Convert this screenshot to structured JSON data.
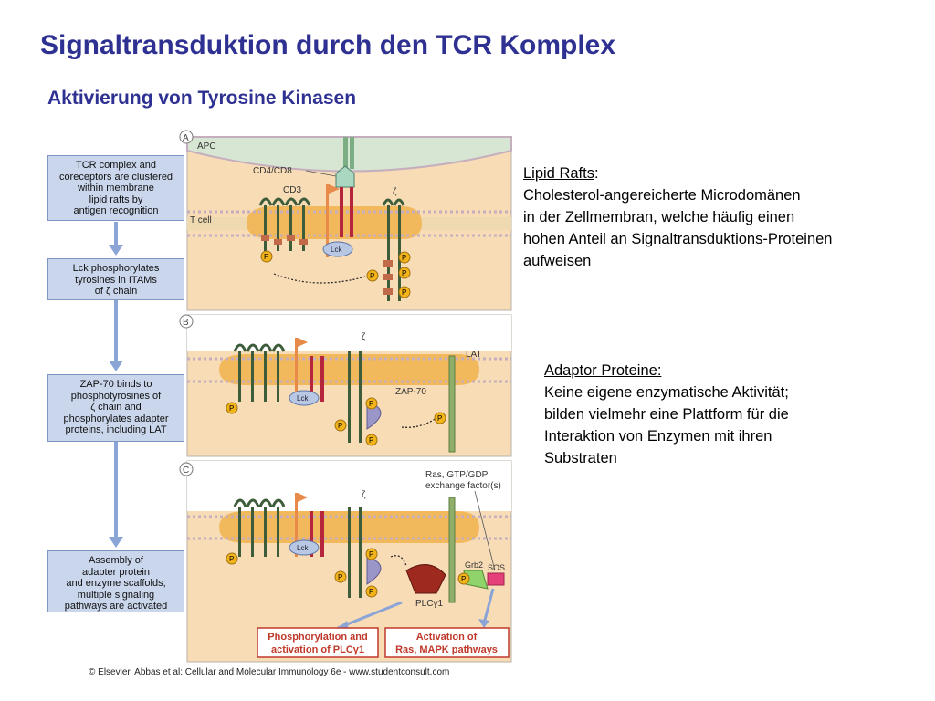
{
  "title": "Signaltransduktion durch den TCR Komplex",
  "subtitle": "Aktivierung von Tyrosine Kinasen",
  "notes": {
    "lipid_rafts": {
      "heading": "Lipid Rafts",
      "colon": ":",
      "lines": [
        "Cholesterol-angereicherte Microdomänen",
        "in der Zellmembran, welche häufig einen",
        "hohen Anteil an Signaltransduktions-Proteinen",
        "aufweisen"
      ]
    },
    "adaptor": {
      "heading": "Adaptor Proteine:",
      "lines": [
        "Keine eigene enzymatische Aktivität;",
        "bilden vielmehr eine Plattform für die",
        "Interaktion von Enzymen mit ihren",
        "Substraten"
      ]
    }
  },
  "steps": [
    [
      "TCR complex and",
      "coreceptors are clustered",
      "within membrane",
      "lipid rafts by",
      "antigen recognition"
    ],
    [
      "Lck phosphorylates",
      "tyrosines in ITAMs",
      "of ζ chain"
    ],
    [
      "ZAP-70 binds to",
      "phosphotyrosines of",
      "ζ chain and",
      "phosphorylates adapter",
      "proteins, including LAT"
    ],
    [
      "Assembly of",
      "adapter protein",
      "and enzyme scaffolds;",
      "multiple signaling",
      "pathways are activated"
    ]
  ],
  "panels": {
    "a": {
      "letter": "A",
      "apc": "APC",
      "cd4cd8": "CD4/CD8",
      "cd3": "CD3",
      "tcell": "T cell",
      "zeta": "ζ",
      "lck": "Lck",
      "p": "P"
    },
    "b": {
      "letter": "B",
      "lat": "LAT",
      "zap70": "ZAP-70",
      "zeta": "ζ",
      "lck": "Lck"
    },
    "c": {
      "letter": "C",
      "ras_line1": "Ras, GTP/GDP",
      "ras_line2": "exchange factor(s)",
      "zeta": "ζ",
      "lck": "Lck",
      "grb2": "Grb2",
      "sos": "SOS",
      "plc": "PLCγ1"
    }
  },
  "outcomes": {
    "plc_line1": "Phosphorylation and",
    "plc_line2": "activation of PLCγ1",
    "ras_line1": "Activation of",
    "ras_line2": "Ras, MAPK pathways"
  },
  "copyright": "© Elsevier. Abbas et al: Cellular and Molecular Immunology 6e - www.studentconsult.com",
  "colors": {
    "title": "#2e3192",
    "step_box": "#c9d6ec",
    "cell": "#f7dcb6",
    "raft": "#f2b85c",
    "apc": "#d7e6d2",
    "outcome_text": "#c0392b",
    "p_circle": "#f2b418"
  }
}
